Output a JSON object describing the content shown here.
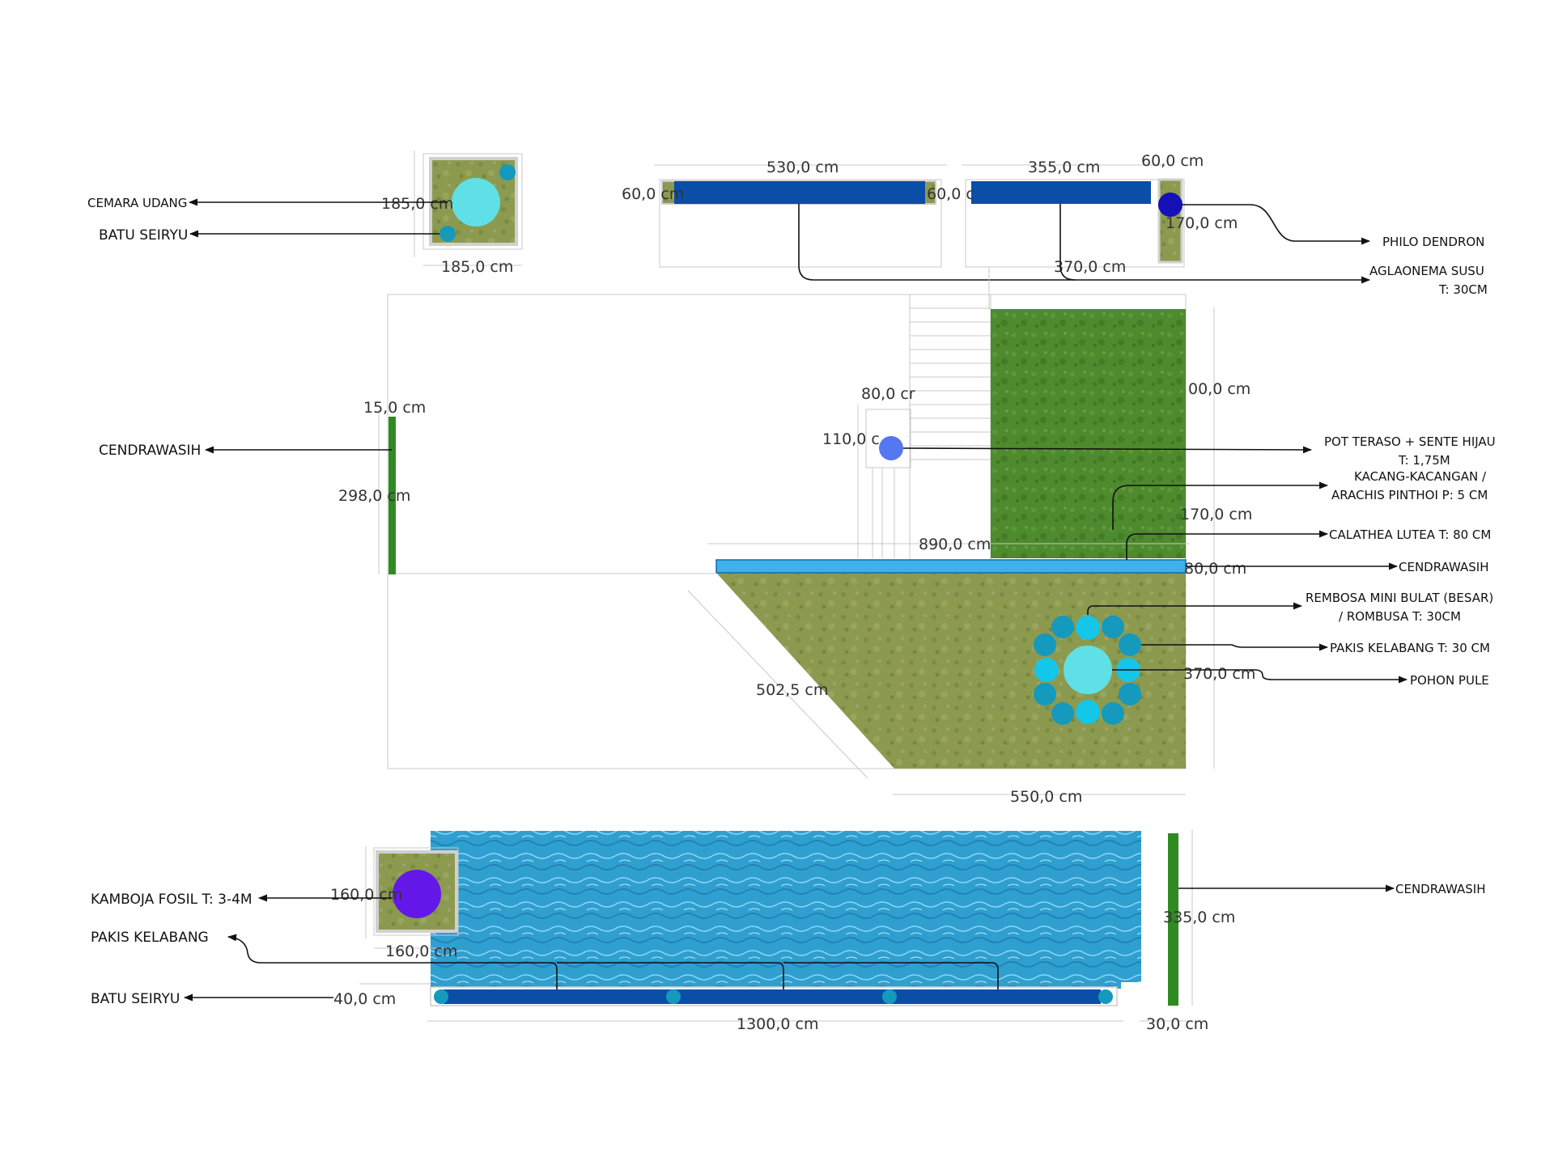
{
  "colors": {
    "grass": "#8c9a50",
    "lawn": "#4e8a2e",
    "water": "#2f9fd0",
    "planter_blue": "#0a4ea8",
    "aqua_light": "#5fe0e6",
    "teal": "#1599bc",
    "cyan": "#14c6e8",
    "sky_strip": "#3eb0ea",
    "hedge_green": "#2f8a22",
    "pot_blue": "#5577f0",
    "philo_navy": "#1510b8",
    "kamboja_purple": "#6418e8"
  },
  "icons": [
    "arrow-icon"
  ],
  "dimensions": {
    "d185w": "185,0 cm",
    "d185h": "185,0 cm",
    "d530": "530,0 cm",
    "d60a": "60,0 cm",
    "d60b": "60,0 c",
    "d355": "355,0 cm",
    "d60c": "60,0 cm",
    "d170a": "170,0 cm",
    "d370a": "370,0 cm",
    "d15": "15,0 cm",
    "d298": "298,0 cm",
    "d80": "80,0 cr",
    "d110": "110,0 c",
    "d1000": "00,0 cm",
    "d170b": "170,0 cm",
    "d890": "890,0 cm",
    "d80b": "80,0 cm",
    "d502": "502,5 cm",
    "d370b": "370,0 cm",
    "d550": "550,0 cm",
    "d160a": "160,0 cm",
    "d160b": "160,0 cm",
    "d335": "335,0 cm",
    "d40": "40,0 cm",
    "d1300": "1300,0 cm",
    "d30": "30,0 cm"
  },
  "labels": {
    "cemara": "CEMARA UDANG",
    "batu1": "BATU SEIRYU",
    "philo": "PHILO DENDRON",
    "aglaonema1": "AGLAONEMA SUSU",
    "aglaonema2": "T: 30CM",
    "cendrawasih1": "CENDRAWASIH",
    "pot1": "POT TERASO + SENTE HIJAU",
    "pot2": "T: 1,75M",
    "kacang1": "KACANG-KACANGAN /",
    "kacang2": "ARACHIS PINTHOI P: 5 CM",
    "calathea": "CALATHEA LUTEA T: 80 CM",
    "cendrawasih2": "CENDRAWASIH",
    "rembosa1": "REMBOSA MINI BULAT (BESAR)",
    "rembosa2": "/ ROMBUSA T: 30CM",
    "pakis1": "PAKIS KELABANG T: 30 CM",
    "pule": "POHON PULE",
    "cendrawasih3": "CENDRAWASIH",
    "kamboja": "KAMBOJA FOSIL T: 3-4M",
    "pakis2": "PAKIS  KELABANG",
    "batu2": "BATU SEIRYU"
  }
}
